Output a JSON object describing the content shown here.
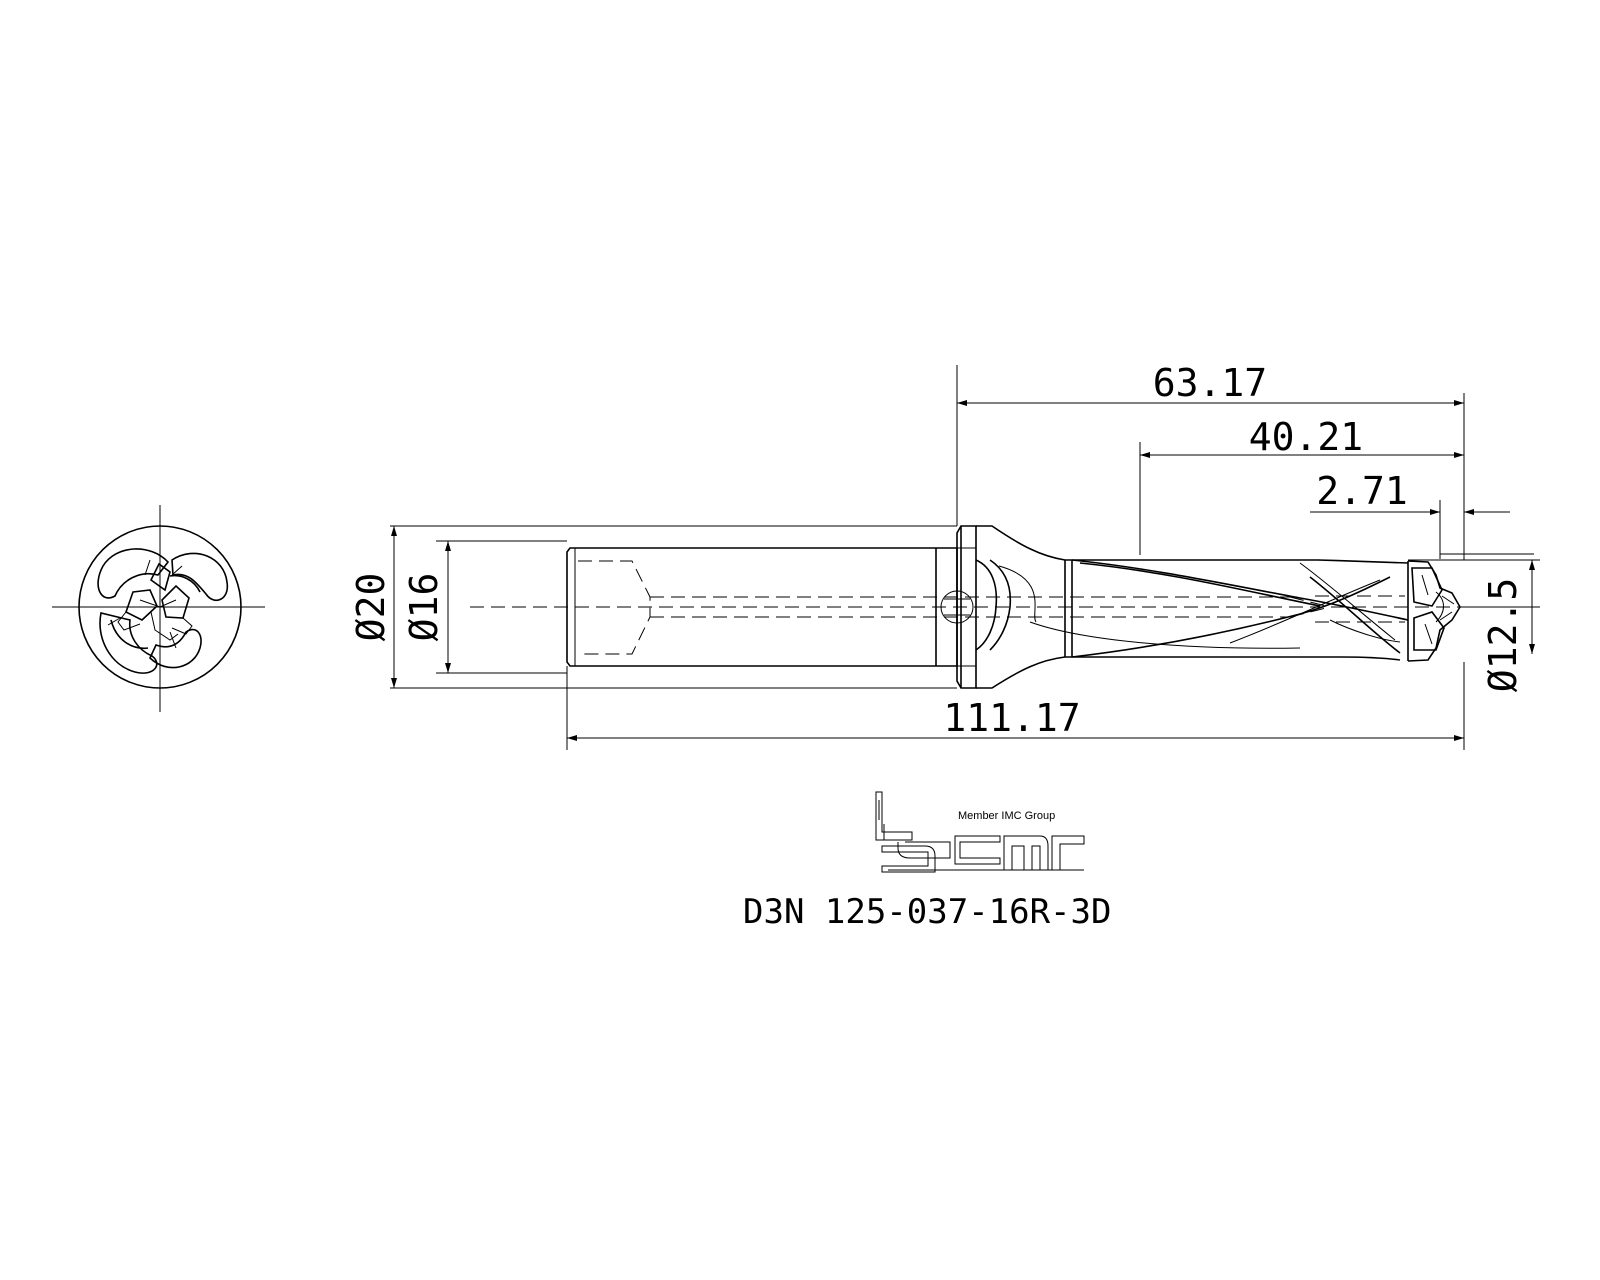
{
  "dimensions": {
    "overall_length": "111.17",
    "flute_assembly_length": "63.17",
    "flute_length": "40.21",
    "tip_offset": "2.71",
    "shank_diameter_collar": "Ø20",
    "shank_diameter": "Ø16",
    "drill_diameter": "Ø12.5"
  },
  "logo": {
    "group_caption": "Member IMC Group",
    "brand": "iscar"
  },
  "designation": "D3N 125-037-16R-3D"
}
